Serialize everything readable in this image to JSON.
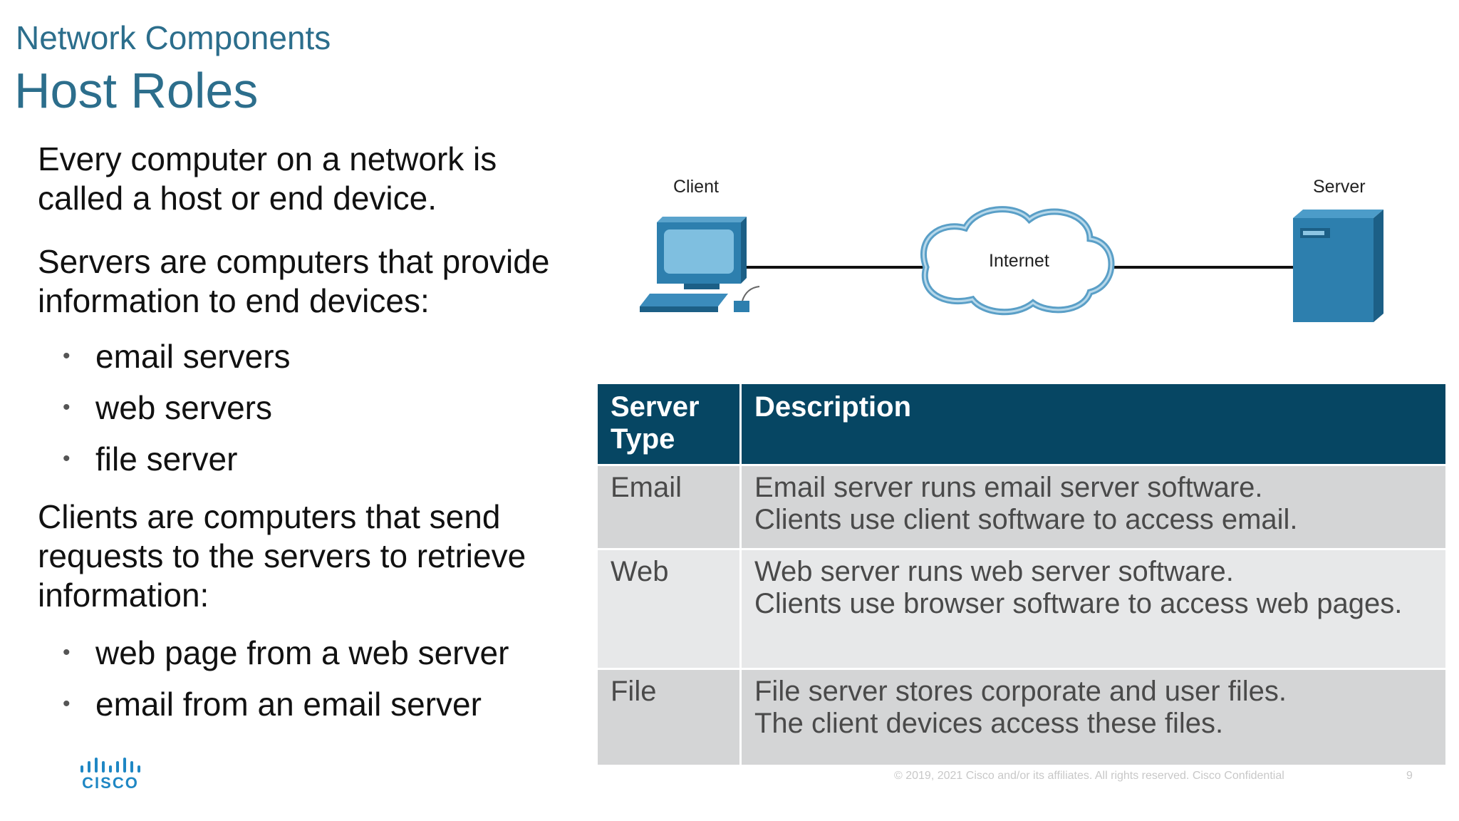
{
  "header": {
    "subtitle": "Network Components",
    "title": "Host Roles"
  },
  "body": {
    "para1": [
      "Every computer on a network is",
      "called a host or end device."
    ],
    "para2": [
      "Servers are computers that provide",
      "information to end devices:"
    ],
    "server_bullets": [
      "email servers",
      "web servers",
      "file server"
    ],
    "para3": [
      "Clients are computers that send",
      "requests to the servers to retrieve",
      "information:"
    ],
    "client_bullets": [
      "web page from a web server",
      "email from an email server"
    ]
  },
  "diagram": {
    "client_label": "Client",
    "internet_label": "Internet",
    "server_label": "Server"
  },
  "table": {
    "headers": [
      "Server Type",
      "Description"
    ],
    "rows": [
      {
        "type": "Email",
        "desc": [
          "Email server runs email server software.",
          "Clients use client software to access email."
        ]
      },
      {
        "type": "Web",
        "desc": [
          "Web server runs web server software.",
          "Clients use browser software to access web pages."
        ]
      },
      {
        "type": "File",
        "desc": [
          "File server stores corporate and user files.",
          "The client devices access these files."
        ]
      }
    ]
  },
  "footer": {
    "logo_text": "CISCO",
    "copyright": "© 2019, 2021  Cisco and/or its affiliates. All rights reserved.    Cisco Confidential",
    "page": "9"
  },
  "colors": {
    "title": "#2c6e8c",
    "table_header": "#064663",
    "row_dark": "#d4d5d6",
    "row_light": "#e7e8e9",
    "device_blue": "#2d7fae",
    "logo": "#1f87c4"
  }
}
